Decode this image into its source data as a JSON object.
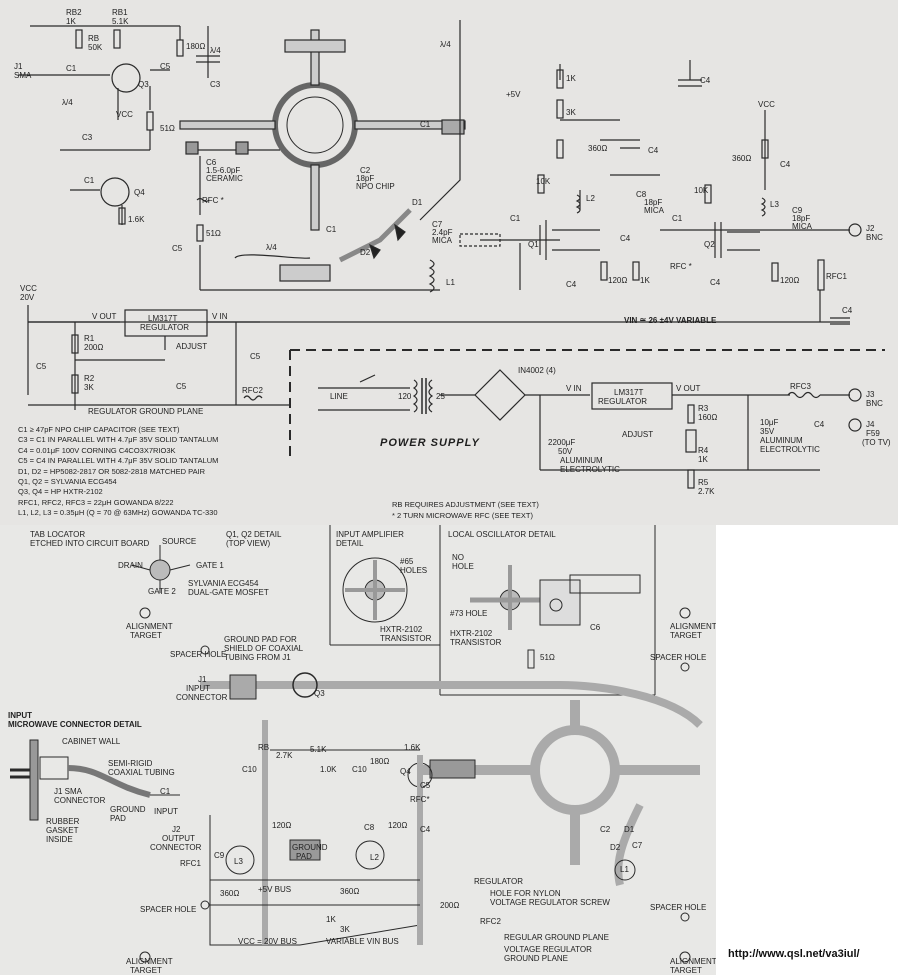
{
  "schematic": {
    "labels": {
      "rb2": "RB2",
      "rb2_val": "1K",
      "rb1": "RB1",
      "rb1_val": "5.1K",
      "rb": "RB",
      "rb_val": "50K",
      "r180": "180Ω",
      "j1": "J1",
      "j1_sma": "SMA",
      "c1": "C1",
      "c5": "C5",
      "c3": "C3",
      "lambda4": "λ/4",
      "q3": "Q3",
      "vcc": "VCC",
      "r51": "51Ω",
      "q4": "Q4",
      "r16k": "1.6K",
      "c6": "C6",
      "c6_val": "1.5-6.0pF",
      "c6_ceramic": "CERAMIC",
      "rfc_star": "RFC *",
      "c2": "C2",
      "c2_val": "18pF",
      "c2_type": "NPO CHIP",
      "d1": "D1",
      "d2": "D2",
      "c7": "C7",
      "c7_val": "2.4pF",
      "c7_mica": "MICA",
      "plus5v": "+5V",
      "r1k": "1K",
      "r3k": "3K",
      "r360": "360Ω",
      "c4": "C4",
      "r10k": "10K",
      "l2": "L2",
      "c8": "C8",
      "c8_val": "18pF",
      "c8_mica": "MICA",
      "q1": "Q1",
      "l1": "L1",
      "r120": "120Ω",
      "q2": "Q2",
      "rfc": "RFC *",
      "c9": "C9",
      "c9_val": "18pF",
      "c9_mica": "MICA",
      "j2": "J2",
      "j2_bnc": "BNC",
      "rfc1": "RFC1",
      "l3": "L3",
      "vin_var": "VIN ≅ 26 ±4V VARIABLE",
      "vcc20": "VCC",
      "vcc20_val": "20V",
      "vout": "V OUT",
      "vin": "V IN",
      "lm317t": "LM317T",
      "regulator": "REGULATOR",
      "adjust": "ADJUST",
      "r1": "R1",
      "r1_val": "200Ω",
      "r2": "R2",
      "r2_val": "3K",
      "rfc2": "RFC2",
      "reg_gnd": "REGULATOR GROUND PLANE",
      "line": "LINE",
      "t120": "120",
      "t25": "25",
      "in4002": "IN4002 (4)",
      "c2200": "2200μF",
      "c2200_v": "50V",
      "c2200_type": "ALUMINUM",
      "c2200_type2": "ELECTROLYTIC",
      "r3": "R3",
      "r3_val": "160Ω",
      "r4": "R4",
      "r4_val": "1K",
      "r5": "R5",
      "r5_val": "2.7K",
      "c10uf": "10μF",
      "c10uf_v": "35V",
      "c10uf_type": "ALUMINUM",
      "c10uf_type2": "ELECTROLYTIC",
      "rfc3": "RFC3",
      "j3": "J3",
      "j3_bnc": "BNC",
      "j4": "J4",
      "j4_f59": "F59",
      "j4_totv": "(TO TV)",
      "power_supply": "POWER SUPPLY"
    },
    "legend": [
      "C1 ≥ 47pF NPO CHIP CAPACITOR (SEE TEXT)",
      "C3 = C1 IN PARALLEL WITH 4.7μF 35V SOLID TANTALUM",
      "C4 = 0.01μF 100V CORNING C4CO3X7RIO3K",
      "C5 = C4 IN PARALLEL WITH 4.7μF 35V SOLID TANTALUM",
      "D1, D2 = HP5082-2817 OR 5082-2818 MATCHED PAIR",
      "Q1, Q2 = SYLVANIA ECG454",
      "Q3, Q4 = HP HXTR-2102",
      "RFC1, RFC2, RFC3 = 22μH GOWANDA 8/222",
      "L1, L2, L3 = 0.35μH (Q = 70 @ 63MHz) GOWANDA TC-330"
    ],
    "notes": [
      "RB REQUIRES ADJUSTMENT (SEE TEXT)",
      "* 2 TURN MICROWAVE RFC (SEE TEXT)"
    ]
  },
  "layout": {
    "labels": {
      "tab_locator": "TAB LOCATOR",
      "tab_locator2": "ETCHED INTO CIRCUIT BOARD",
      "source": "SOURCE",
      "drain": "DRAIN",
      "gate1": "GATE 1",
      "gate2": "GATE 2",
      "sylvania": "SYLVANIA ECG454",
      "mosfet": "DUAL-GATE MOSFET",
      "q12_detail": "Q1, Q2 DETAIL",
      "top_view": "(TOP VIEW)",
      "input_amp": "INPUT AMPLIFIER",
      "detail": "DETAIL",
      "holes65": "#65",
      "holes65b": "HOLES",
      "hxtr": "HXTR-2102",
      "transistor": "TRANSISTOR",
      "local_osc": "LOCAL OSCILLATOR DETAIL",
      "no_hole": "NO",
      "no_hole2": "HOLE",
      "hole73": "#73 HOLE",
      "hxtr2": "HXTR-2102",
      "transistor2": "TRANSISTOR",
      "r51": "51Ω",
      "c6": "C6",
      "alignment": "ALIGNMENT",
      "target": "TARGET",
      "spacer_hole": "SPACER HOLE",
      "ground_pad": "GROUND PAD FOR",
      "ground_pad2": "SHIELD OF COAXIAL",
      "ground_pad3": "TUBING FROM J1",
      "j1": "J1",
      "input": "INPUT",
      "connector": "CONNECTOR",
      "q3": "Q3",
      "input_mw": "INPUT",
      "mw_detail": "MICROWAVE CONNECTOR DETAIL",
      "cabinet": "CABINET WALL",
      "semi_rigid": "SEMI-RIGID",
      "coax": "COAXIAL TUBING",
      "j1_sma": "J1 SMA",
      "sma_conn": "CONNECTOR",
      "ground": "GROUND",
      "pad": "PAD",
      "input2": "INPUT",
      "c1": "C1",
      "rubber": "RUBBER",
      "gasket": "GASKET",
      "inside": "INSIDE",
      "j2": "J2",
      "output": "OUTPUT",
      "connector2": "CONNECTOR",
      "rfc1": "RFC1",
      "c9": "C9",
      "l3": "L3",
      "ground_pad_box": "GROUND",
      "ground_pad_box2": "PAD",
      "plus5v_bus": "+5V BUS",
      "vcc_bus": "VCC = 20V BUS",
      "var_vin_bus": "VARIABLE VIN BUS",
      "regulator": "REGULATOR",
      "hole_nylon": "HOLE FOR NYLON",
      "hole_nylon2": "VOLTAGE REGULATOR SCREW",
      "rfc2": "RFC2",
      "reg_gnd": "REGULAR GROUND PLANE",
      "vreg_gnd": "VOLTAGE REGULATOR",
      "vreg_gnd2": "GROUND PLANE",
      "rb": "RB",
      "r27k": "2.7K",
      "r51k": "5.1K",
      "r10k": "1.0K",
      "r180": "180Ω",
      "r16k": "1.6K",
      "c10": "C10",
      "c5": "C5",
      "q4": "Q4",
      "rfc_star": "RFC*",
      "c4": "C4",
      "r120": "120Ω",
      "r360": "360Ω",
      "r1k": "1K",
      "r3k": "3K",
      "r200": "200Ω",
      "c7": "C7",
      "d1": "D1",
      "d2": "D2",
      "l1": "L1",
      "l2": "L2",
      "c2": "C2",
      "c8": "C8"
    }
  },
  "url": "http://www.qsl.net/va3iul/"
}
